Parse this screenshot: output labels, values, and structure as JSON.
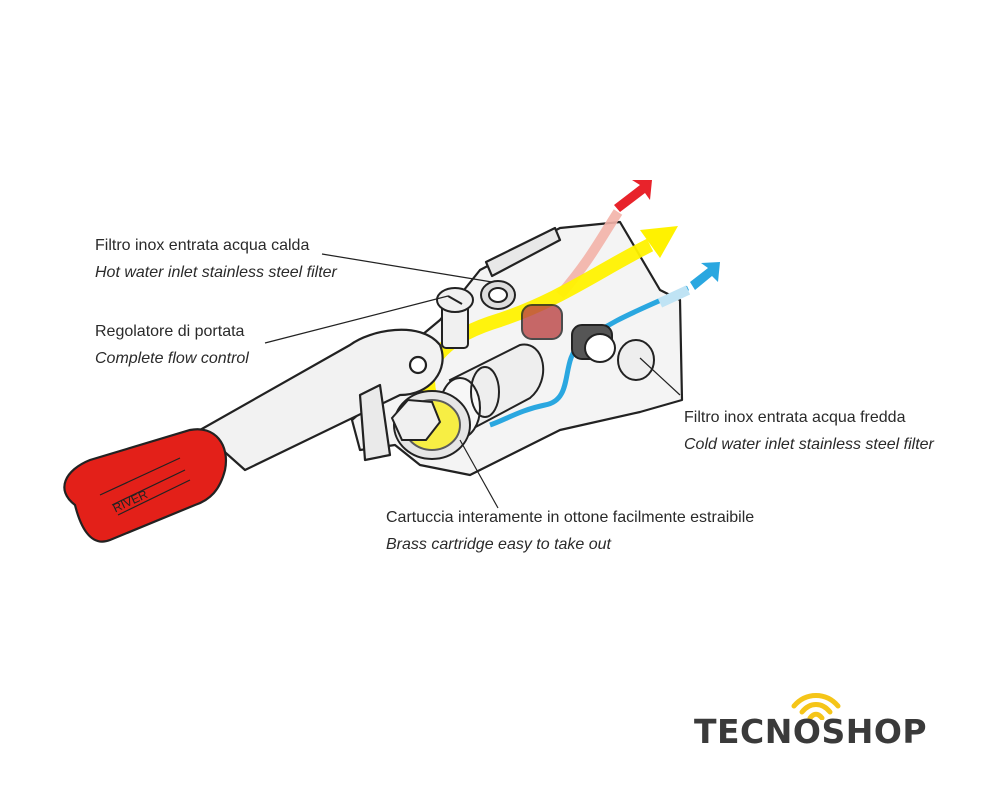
{
  "labels": {
    "hot_filter": {
      "it": "Filtro inox entrata acqua calda",
      "en": "Hot water inlet stainless steel filter"
    },
    "flow": {
      "it": "Regolatore di portata",
      "en": "Complete flow control"
    },
    "cold_filter": {
      "it": "Filtro inox entrata acqua fredda",
      "en": "Cold water inlet stainless steel filter"
    },
    "cartridge": {
      "it": "Cartuccia interamente in ottone facilmente estraibile",
      "en": "Brass cartridge easy to take out"
    }
  },
  "handle_text": "RIVER",
  "logo": {
    "text": "TECNOSHOP",
    "wifi_color": "#f5c518"
  },
  "colors": {
    "hot": "#e8232b",
    "cold": "#2aa7e0",
    "mixed": "#fff200",
    "handle": "#e32019"
  }
}
